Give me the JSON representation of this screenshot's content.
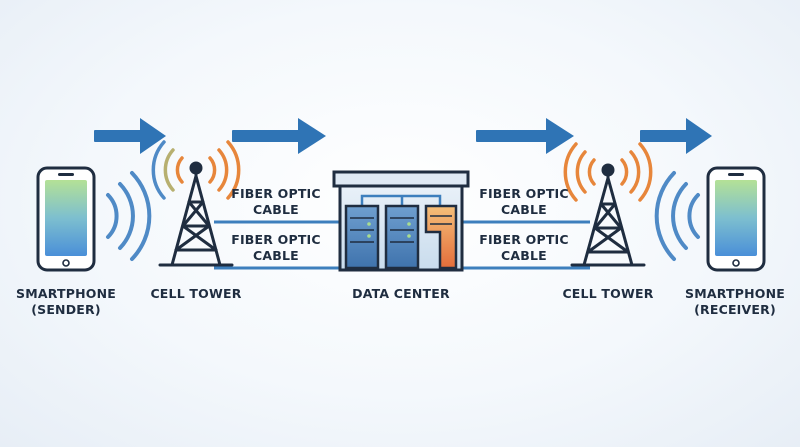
{
  "colors": {
    "line": "#1f2d40",
    "arrow": "#2f74b5",
    "cable": "#3d7fbd",
    "screen_top": "#a9dd8f",
    "screen_bottom": "#4f92d8",
    "signal_warm": "#e7863b",
    "signal_cool": "#4f8ac6"
  },
  "icons": {
    "arrow": "arrow-right-icon",
    "phone": "smartphone-icon",
    "tower": "cell-tower-icon",
    "datacenter": "server-rack-icon",
    "signal": "wifi-signal-icon"
  },
  "nodes": {
    "sender": {
      "line1": "SMARTPHONE",
      "line2": "(SENDER)"
    },
    "tower_left": {
      "label": "CELL TOWER"
    },
    "datacenter": {
      "label": "DATA CENTER"
    },
    "tower_right": {
      "label": "CELL TOWER"
    },
    "receiver": {
      "line1": "SMARTPHONE",
      "line2": "(RECEIVER)"
    }
  },
  "cables": {
    "left_top": {
      "line1": "FIBER OPTIC",
      "line2": "CABLE"
    },
    "left_bottom": {
      "line1": "FIBER OPTIC",
      "line2": "CABLE"
    },
    "right_top": {
      "line1": "FIBER OPTIC",
      "line2": "CABLE"
    },
    "right_bottom": {
      "line1": "FIBER OPTIC",
      "line2": "CABLE"
    }
  }
}
